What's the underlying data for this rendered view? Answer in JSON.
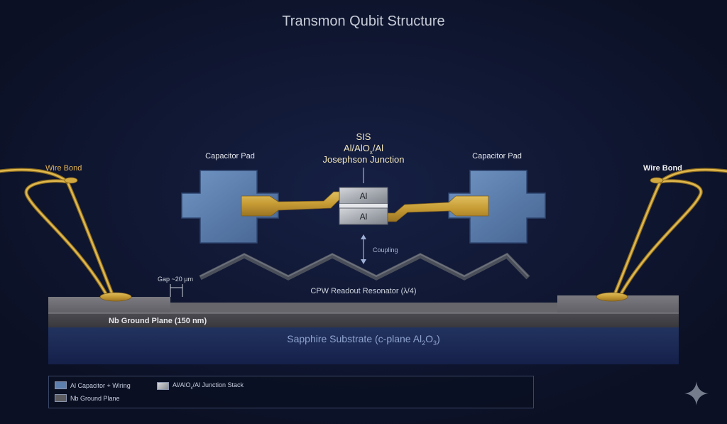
{
  "title": "Transmon Qubit Structure",
  "labels": {
    "junction_line1": "SIS",
    "junction_line2_pre": "Al/AlO",
    "junction_line2_sub": "x",
    "junction_line2_post": "/Al",
    "junction_line3": "Josephson Junction",
    "capacitor_left": "Capacitor Pad",
    "capacitor_right": "Capacitor Pad",
    "wire_bond_left": "Wire Bond",
    "wire_bond_right": "Wire Bond",
    "al_top": "Al",
    "al_bottom": "Al",
    "coupling": "Coupling",
    "gap": "Gap ~20 µm",
    "resonator": "CPW Readout Resonator (λ/4)",
    "ground_plane": "Nb Ground Plane (150 nm)",
    "substrate_pre": "Sapphire Substrate (c-plane Al",
    "substrate_sub1": "2",
    "substrate_mid": "O",
    "substrate_sub2": "3",
    "substrate_post": ")"
  },
  "legend": {
    "al_capacitor": "Al Capacitor + Wiring",
    "nb_ground": "Nb Ground Plane",
    "junction_pre": "Al/AlO",
    "junction_sub": "x",
    "junction_post": "/Al Junction Stack"
  },
  "colors": {
    "background": "#0c1226",
    "capacitor": "#5d7fae",
    "gold": "#c9a13c",
    "ground": "#5c5c60",
    "substrate": "#1c2b55"
  },
  "icons": {
    "sparkle": "sparkle-icon"
  }
}
